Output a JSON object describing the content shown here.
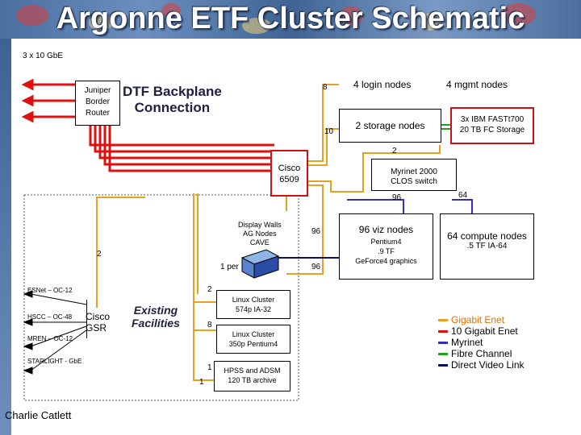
{
  "title": "Argonne ETF Cluster Schematic",
  "labels": {
    "gbe_3x10": "3 x 10 GbE",
    "juniper": "Juniper\nBorder\nRouter",
    "dtf": "DTF Backplane\nConnection",
    "login_8": "8",
    "login_nodes": "4 login nodes",
    "mgmt_nodes": "4 mgmt nodes",
    "storage_10": "10",
    "storage_nodes": "2 storage nodes",
    "fastt": "3x IBM FASTt700\n20 TB FC Storage",
    "link_2_top": "2",
    "cisco_6509": "Cisco\n6509",
    "myrinet": "Myrinet 2000\nCLOS switch",
    "link_96_top": "96",
    "link_64": "64",
    "display": "Display Walls\nAG Nodes\nCAVE",
    "link_96_mid": "96",
    "viz_nodes": "96 viz nodes",
    "viz_detail": "Pentium4\n.9 TF\nGeForce4 graphics",
    "compute_nodes": "64 compute nodes",
    "compute_detail": ".5 TF IA-64",
    "link_2_left": "2",
    "one_per": "1 per",
    "link_96_low": "96",
    "esnet": "ESNet – OC-12",
    "hscc": "HSCC – OC-48",
    "mren": "MREN – OC-12",
    "starlight": "STARLIGHT - GbE",
    "cisco_gsr": "Cisco\nGSR",
    "existing": "Existing\nFacilities",
    "link_2_linux": "2",
    "linux574": "Linux Cluster\n574p IA-32",
    "link_8_linux": "8",
    "linux350": "Linux Cluster\n350p Pentium4",
    "link_1a": "1",
    "link_1b": "1",
    "hpss": "HPSS and ADSM\n120 TB archive",
    "author": "Charlie Catlett"
  },
  "legend": [
    {
      "label": "Gigabit Enet",
      "color": "#e8a020"
    },
    {
      "label": "10 Gigabit Enet",
      "color": "#e01010"
    },
    {
      "label": "Myrinet",
      "color": "#3030c0"
    },
    {
      "label": "Fibre Channel",
      "color": "#20a020"
    },
    {
      "label": "Direct Video Link",
      "color": "#101060"
    }
  ],
  "colors": {
    "gige": "#e8a020",
    "tengige": "#e01010",
    "myrinet": "#3030c0",
    "fibre": "#20a020",
    "video": "#101060",
    "banner": "#4a6fa0"
  }
}
